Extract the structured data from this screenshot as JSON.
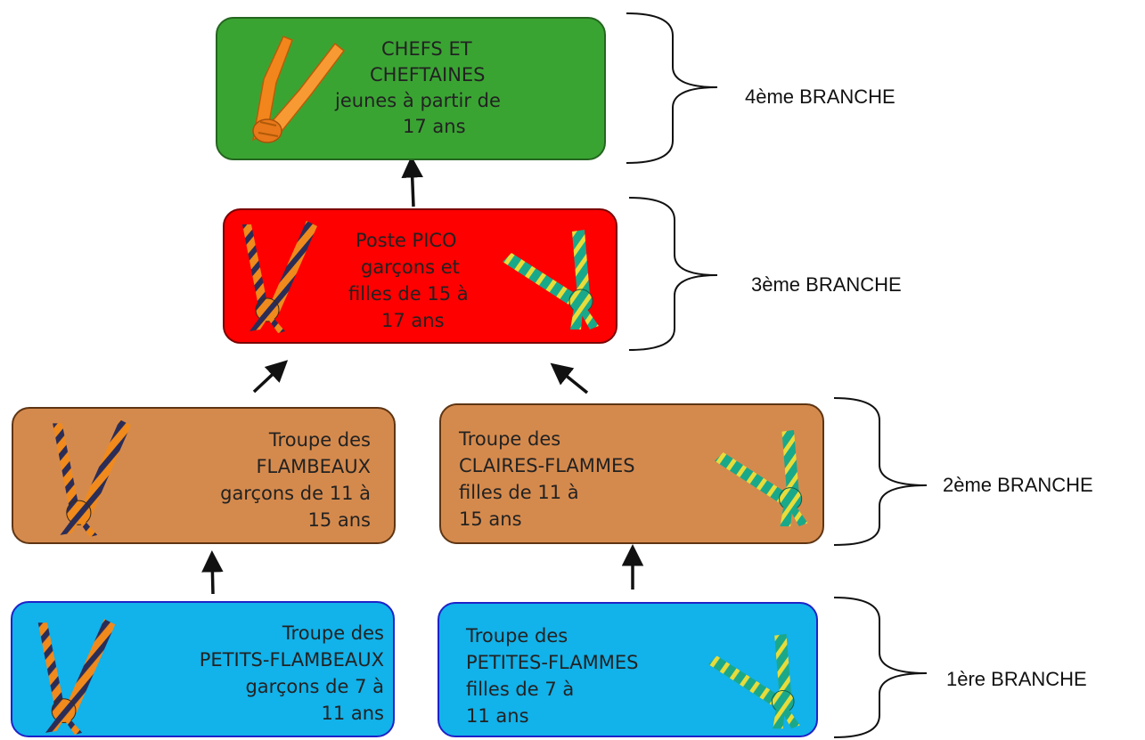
{
  "boxes": {
    "chefs": {
      "lines": [
        "CHEFS ET",
        "CHEFTAINES",
        "jeunes à partir de",
        "17 ans"
      ]
    },
    "pico": {
      "lines": [
        "Poste PICO",
        "garçons et",
        "filles de 15 à",
        "17 ans"
      ]
    },
    "flambeaux": {
      "lines": [
        "Troupe des",
        "FLAMBEAUX",
        "garçons de 11 à",
        "15 ans"
      ]
    },
    "claires": {
      "lines": [
        "Troupe des",
        "CLAIRES-FLAMMES",
        "filles de 11 à",
        "15 ans"
      ]
    },
    "petits": {
      "lines": [
        "Troupe des",
        "PETITS-FLAMBEAUX",
        "garçons de 7 à",
        "11 ans"
      ]
    },
    "petites": {
      "lines": [
        "Troupe des",
        "PETITES-FLAMMES",
        "filles de 7 à",
        "11 ans"
      ]
    }
  },
  "branches": {
    "b4": "4ème BRANCHE",
    "b3": "3ème BRANCHE",
    "b2": "2ème BRANCHE",
    "b1": "1ère BRANCHE"
  },
  "colors": {
    "chefs": "#3aa433",
    "pico": "#fe0000",
    "troupe_2": "#d58a4d",
    "troupe_1": "#12b2ea",
    "scarf_boys": [
      "#f08a1c",
      "#2b2d57"
    ],
    "scarf_girls": [
      "#1aa88a",
      "#e8dc3a"
    ],
    "scarf_chefs": "#f2861c"
  },
  "icons": [
    "scarf-orange-icon",
    "scarf-orange-navy-icon",
    "scarf-green-yellow-icon",
    "up-arrow-icon",
    "curly-brace-icon"
  ]
}
